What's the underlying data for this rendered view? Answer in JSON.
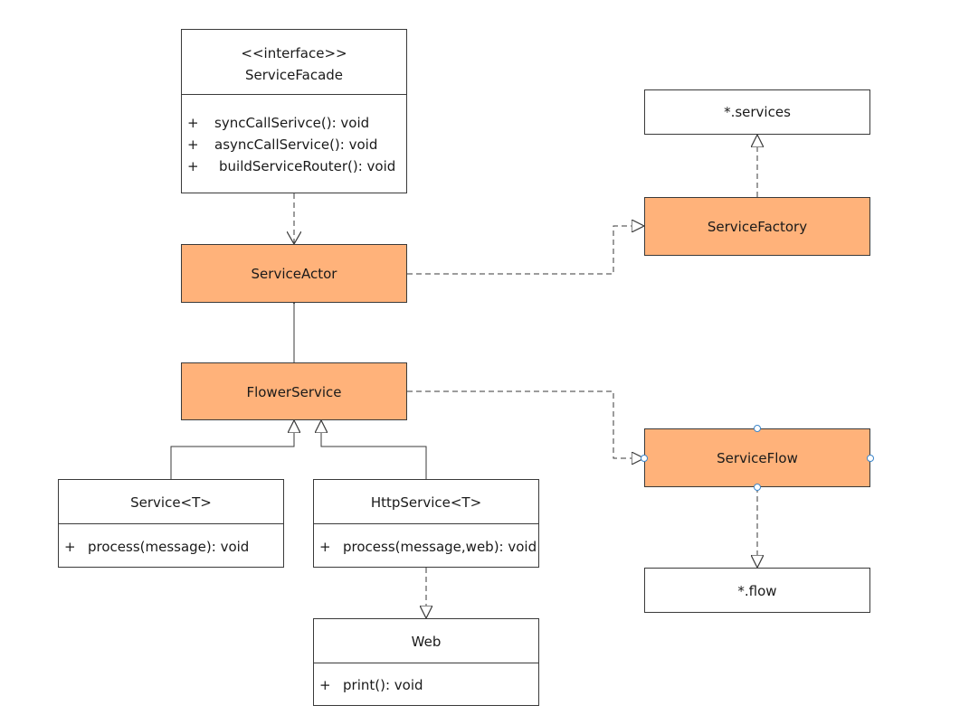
{
  "diagram": {
    "service_facade": {
      "stereotype": "<<interface>>",
      "name": "ServiceFacade",
      "methods": [
        {
          "vis": "+",
          "sig": "syncCallSerivce(): void"
        },
        {
          "vis": "+",
          "sig": "asyncCallService(): void"
        },
        {
          "vis": "+",
          "sig": "buildServiceRouter(): void"
        }
      ]
    },
    "service_actor": {
      "name": "ServiceActor"
    },
    "flower_service": {
      "name": "FlowerService"
    },
    "service": {
      "name": "Service<T>",
      "methods": [
        {
          "vis": "+",
          "sig": "process(message): void"
        }
      ]
    },
    "http_service": {
      "name": "HttpService<T>",
      "methods": [
        {
          "vis": "+",
          "sig": "process(message,web): void"
        }
      ]
    },
    "web": {
      "name": "Web",
      "methods": [
        {
          "vis": "+",
          "sig": "print(): void"
        }
      ]
    },
    "services_pkg": {
      "name": "*.services"
    },
    "service_factory": {
      "name": "ServiceFactory"
    },
    "service_flow": {
      "name": "ServiceFlow"
    },
    "flow_pkg": {
      "name": "*.flow"
    },
    "colors": {
      "class_fill": "#ffb27a",
      "border": "#3a3a3a",
      "handle": "#3d86c9"
    }
  }
}
